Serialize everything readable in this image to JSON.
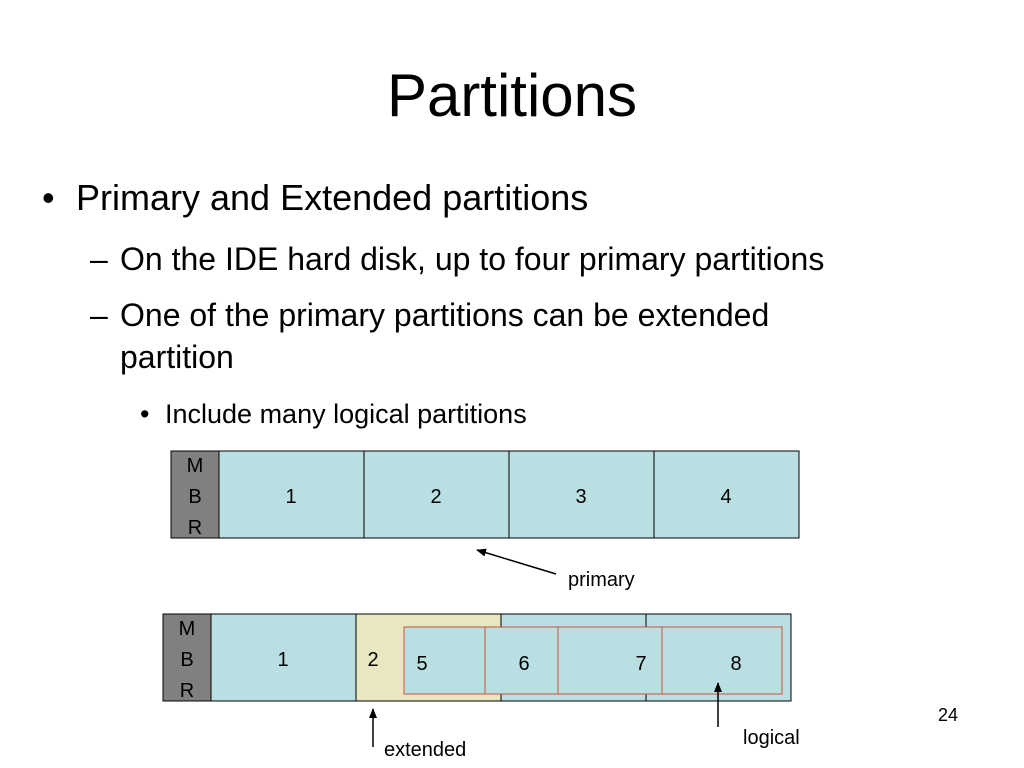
{
  "slide": {
    "title": "Partitions",
    "page_number": "24",
    "bullets": {
      "level1": {
        "marker": "•",
        "text": "Primary and Extended partitions"
      },
      "level2": [
        {
          "marker": "–",
          "line1": "On the IDE hard disk, up to four primary partitions",
          "line2": ""
        },
        {
          "marker": "–",
          "line1": "One of the primary partitions can be extended",
          "line2": "partition"
        }
      ],
      "level3": {
        "marker": "•",
        "text": "Include many logical partitions"
      }
    }
  },
  "diagram": {
    "colors": {
      "mbr": "#808080",
      "primary": "#b9dfe3",
      "extended": "#e8e7c1",
      "logical_border": "#cc5533"
    },
    "disk1": {
      "mbr": [
        "M",
        "B",
        "R"
      ],
      "partitions": [
        "1",
        "2",
        "3",
        "4"
      ]
    },
    "disk2": {
      "mbr": [
        "M",
        "B",
        "R"
      ],
      "partitions": [
        "1",
        "2",
        "",
        ""
      ],
      "logical": [
        "5",
        "6",
        "7",
        "8"
      ]
    },
    "labels": {
      "primary": "primary",
      "extended": "extended",
      "logical": "logical"
    }
  }
}
